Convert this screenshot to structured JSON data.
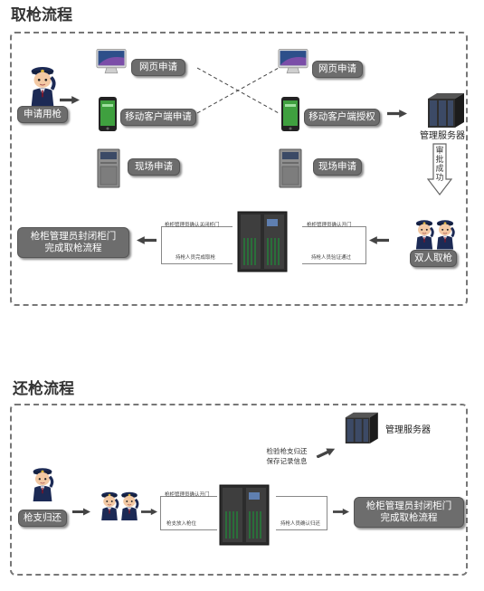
{
  "sections": {
    "withdraw": {
      "title": "取枪流程",
      "apply_gun": "申请用枪",
      "web_apply_left": "网页申请",
      "mobile_apply_left": "移动客户端申请",
      "onsite_apply_left": "现场申请",
      "web_apply_right": "网页申请",
      "mobile_auth_right": "移动客户端授权",
      "onsite_apply_right": "现场申请",
      "server": "管理服务器",
      "approved": "审批成功",
      "two_person": "双人取枪",
      "close_cabinet_line1": "枪柜管理员封闭柜门",
      "close_cabinet_line2": "完成取枪流程",
      "note_left_top": "枪柜管理员确认关闭柜门",
      "note_left_bottom": "持枪人员完成取枪",
      "note_right_top": "枪柜管理员确认开门",
      "note_right_bottom": "持枪人员验证通过"
    },
    "return": {
      "title": "还枪流程",
      "server": "管理服务器",
      "verify_line1": "检验枪支归还",
      "verify_line2": "保存记录信息",
      "return_gun": "枪支归还",
      "close_cabinet_line1": "枪柜管理员封闭柜门",
      "close_cabinet_line2": "完成取枪流程",
      "note_left_top": "枪柜管理员确认开门",
      "note_left_bottom": "枪支放入枪位",
      "note_right_bottom": "持枪人员确认归还"
    }
  },
  "colors": {
    "pill": "#6d6d6d",
    "dash": "#777777",
    "phone": "#2f8a2f",
    "police": "#1c2a55"
  }
}
